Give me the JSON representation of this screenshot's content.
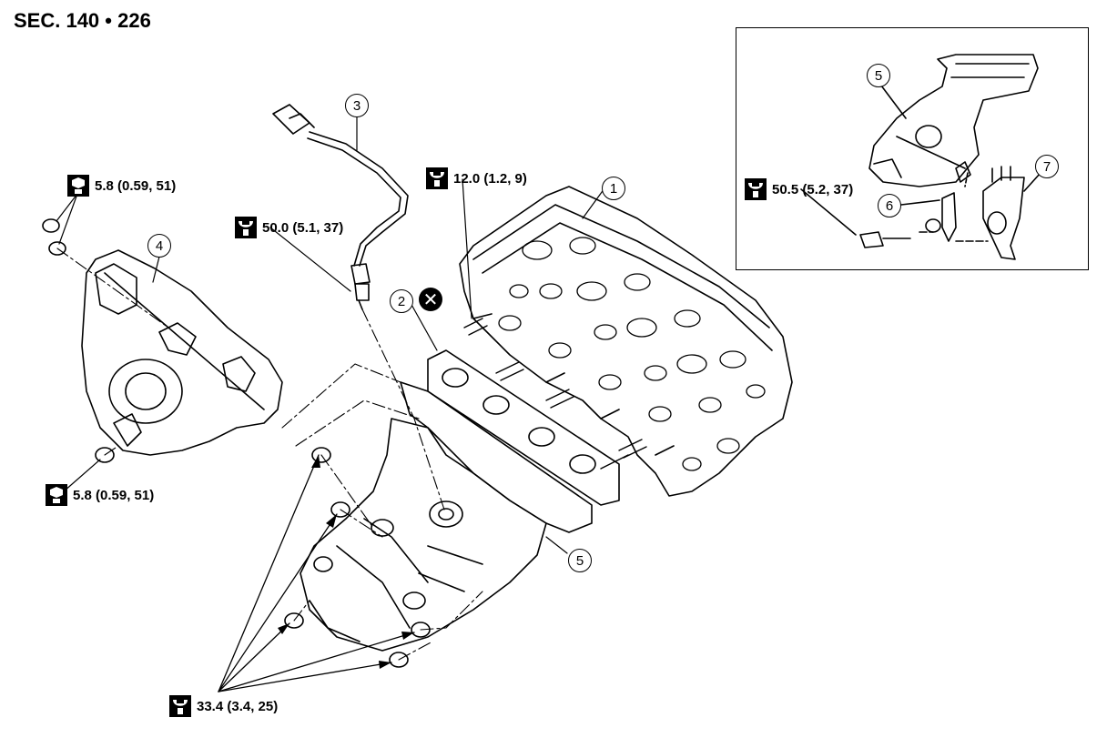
{
  "header": {
    "section": "SEC. 140 • 226"
  },
  "torques": {
    "t1": {
      "value": "5.8 (0.59, 51)"
    },
    "t2": {
      "value": "50.0 (5.1, 37)"
    },
    "t3": {
      "value": "12.0 (1.2, 9)"
    },
    "t4": {
      "value": "5.8 (0.59, 51)"
    },
    "t5": {
      "value": "33.4 (3.4, 25)"
    },
    "t6": {
      "value": "50.5 (5.2, 37)"
    }
  },
  "callouts": {
    "c1": "1",
    "c2": "2",
    "c3": "3",
    "c4": "4",
    "c5a": "5",
    "c5b": "5",
    "c6": "6",
    "c7": "7"
  },
  "icons": {
    "torque": "torque-wrench-icon",
    "no_reuse": "do-not-reuse-icon",
    "reuse_glyph": "✕"
  }
}
